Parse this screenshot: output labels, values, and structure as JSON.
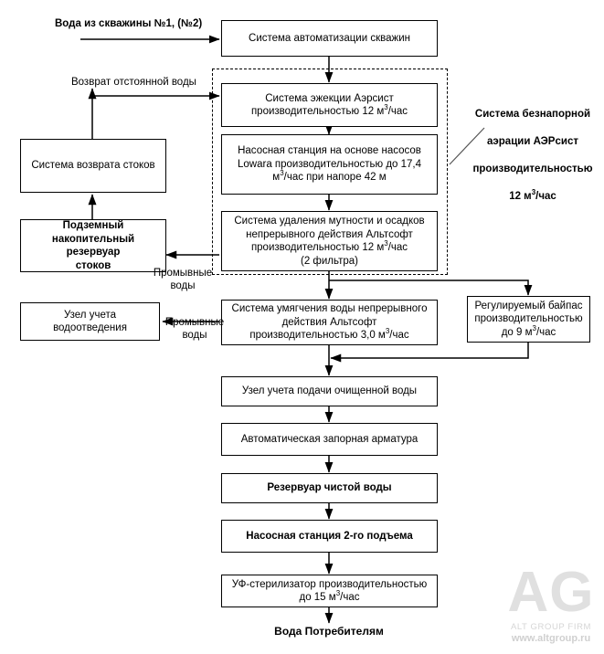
{
  "diagram": {
    "title_hidden": "",
    "inputs": {
      "well_water": "Вода из скважины №1, (№2)",
      "settled_water_return": "Возврат отстоянной воды"
    },
    "group_label": {
      "line1": "Система безнапорной",
      "line2": "аэрации АЭРсист",
      "line3": "производительностью",
      "line4": "12 м3/час",
      "full": "Система безнапорной аэрации АЭРсист производительностью 12 м3/час"
    },
    "edge_labels": {
      "backwash_upper": "Промывные\nводы",
      "backwash_lower": "Промывные\nводы"
    },
    "boxes": {
      "automation": "Система автоматизации скважин",
      "ejection": "Система эжекции Аэрсист\nпроизводительностью 12 м3/час",
      "pump_station": "Насосная станция на основе насосов\nLowara производительностью до 17,4\nм3/час при напоре 42 м",
      "turbidity_removal": "Система удаления мутности и осадков\nнепрерывного действия Альтсофт\nпроизводительностью 12 м3/час\n(2 фильтра)",
      "softening": "Система умягчения воды непрерывного\nдействия Альтсофт\nпроизводительностью 3,0 м3/час",
      "bypass": "Регулируемый байпас\nпроизводительностью\nдо 9 м3/час",
      "drainage_meter": "Узел учета\nводоотведения",
      "effluent_return": "Система возврата стоков",
      "underground_tank": "Подземный\nнакопительный резервуар\nстоков",
      "clean_water_meter": "Узел учета подачи очищенной воды",
      "shutoff_valves": "Автоматическая запорная арматура",
      "clean_water_reservoir": "Резервуар чистой воды",
      "pump_station_2": "Насосная станция 2-го подъема",
      "uv_sterilizer": "УФ-стерилизатор производительностью\nдо 15 м3/час",
      "output": "Вода Потребителям"
    },
    "watermark": {
      "logo": "AG",
      "firm": "ALT GROUP FIRM",
      "url": "www.altgroup.ru"
    },
    "colors": {
      "stroke": "#000000",
      "background": "#ffffff",
      "watermark": "#d8d8d8"
    }
  }
}
